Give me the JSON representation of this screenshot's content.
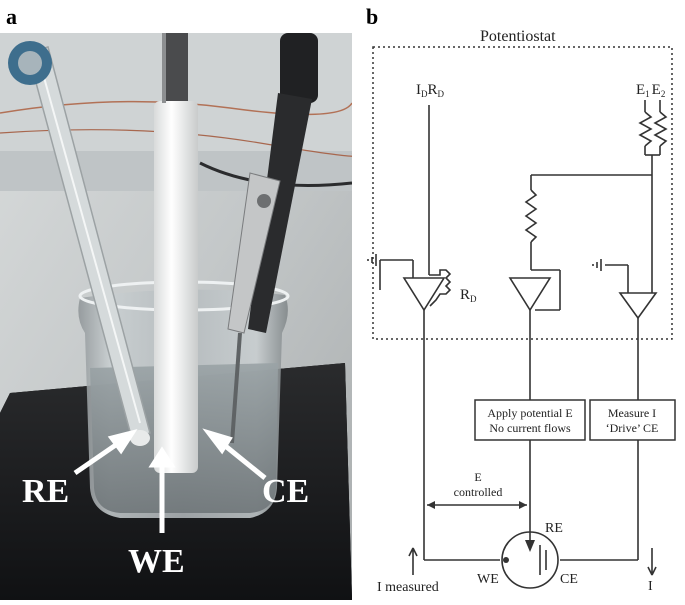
{
  "panels": {
    "a": "a",
    "b": "b"
  },
  "photo": {
    "labels": {
      "re": "RE",
      "we": "WE",
      "ce": "CE"
    }
  },
  "diagram": {
    "title": "Potentiostat",
    "idrd": {
      "i": "I",
      "d1": "D",
      "r": "R",
      "d2": "D"
    },
    "rd": {
      "r": "R",
      "d": "D"
    },
    "e1e2": {
      "e1": "E",
      "s1": "1",
      "e2": "E",
      "s2": "2"
    },
    "apply_box": [
      "Apply potential E",
      "No current flows"
    ],
    "measure_box": [
      "Measure I",
      "‘Drive’ CE"
    ],
    "e_controlled": [
      "E",
      "controlled"
    ],
    "cell": {
      "re": "RE",
      "we": "WE",
      "ce": "CE"
    },
    "i_measured": "I measured",
    "i": "I"
  }
}
